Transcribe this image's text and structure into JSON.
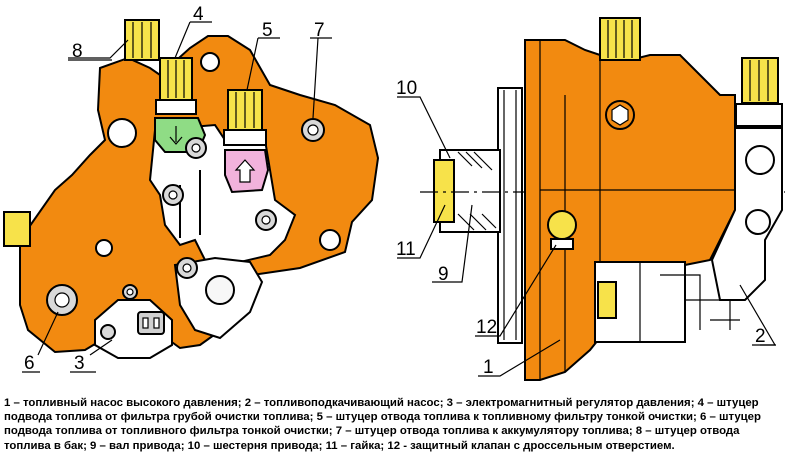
{
  "colors": {
    "body": "#f28a10",
    "fitting": "#f7e24a",
    "green_part": "#8fdc85",
    "pink_part": "#f2b2dc",
    "white_part": "#ffffff",
    "outline": "#000000"
  },
  "callouts": {
    "n1": "1",
    "n2": "2",
    "n3": "3",
    "n4": "4",
    "n5": "5",
    "n6": "6",
    "n7": "7",
    "n8": "8",
    "n9": "9",
    "n10": "10",
    "n11": "11",
    "n12": "12"
  },
  "caption": "1 – топливный насос высокого давления; 2 – топливоподкачивающий насос; 3 – электромагнитный регулятор давления; 4 – штуцер подвода топлива от фильтра грубой очистки топлива; 5 – штуцер отвода топлива к топливному фильтру тонкой очистки; 6 – штуцер подвода топлива от топливного фильтра тонкой очистки; 7 – штуцер отвода топлива к аккумулятору топлива; 8 – штуцер отвода топлива в бак; 9 – вал привода; 10 – шестерня привода; 11 – гайка; 12 - защитный клапан с дроссельным отверстием."
}
